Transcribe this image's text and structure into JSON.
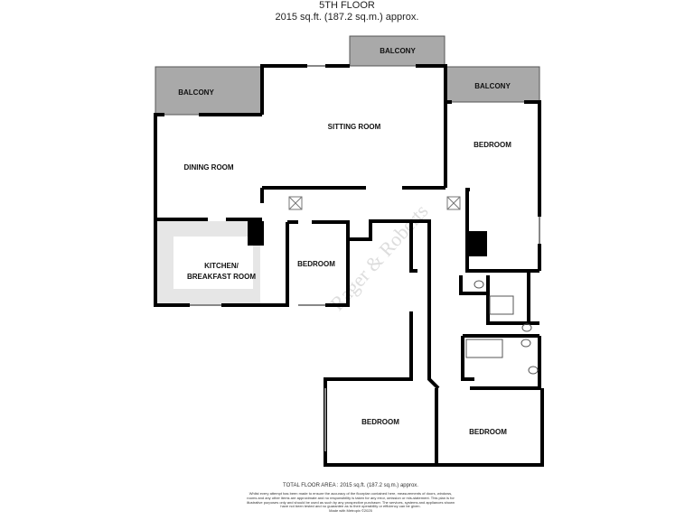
{
  "header": {
    "floor": "5TH FLOOR",
    "area": "2015 sq.ft. (187.2 sq.m.) approx."
  },
  "rooms": {
    "balcony_left": "BALCONY",
    "balcony_top": "BALCONY",
    "balcony_right": "BALCONY",
    "sitting_room": "SITTING ROOM",
    "dining_room": "DINING ROOM",
    "kitchen_line1": "KITCHEN/",
    "kitchen_line2": "BREAKFAST ROOM",
    "bedroom_small": "BEDROOM",
    "bedroom_right": "BEDROOM",
    "bedroom_bottom": "BEDROOM",
    "bedroom_bottom_right": "BEDROOM"
  },
  "watermark": "Rager & Roberts",
  "footer": {
    "total": "TOTAL FLOOR AREA : 2015 sq.ft. (187.2 sq.m.) approx.",
    "disclaimer": "Whilst every attempt has been made to ensure the accuracy of the floorplan contained here, measurements of doors, windows, rooms and any other items are approximate and no responsibility is taken for any error, omission or mis-statement. This plan is for illustrative purposes only and should be used as such by any prospective purchaser. The services, systems and appliances shown have not been tested and no guarantee as to their operability or efficiency can be given.",
    "made_with": "Made with Metropix ©2025"
  },
  "colors": {
    "balcony": "#a9a9a9",
    "kitchen": "#e6e6e6",
    "wall": "#000000"
  }
}
